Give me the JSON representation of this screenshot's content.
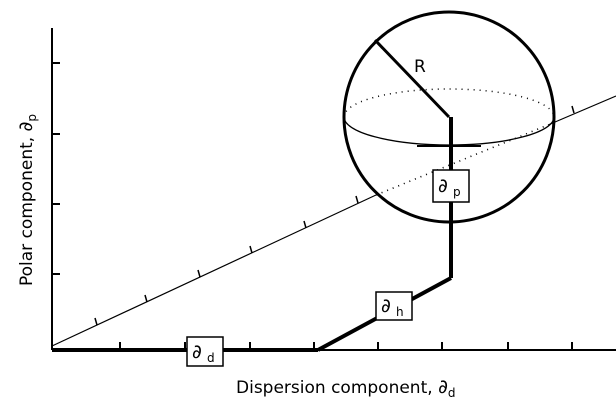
{
  "axes": {
    "x_label_text": "Dispersion component, ",
    "x_label_symbol": "∂",
    "x_label_subscript": "d",
    "y_label_text": "Polar component, ",
    "y_label_symbol": "∂",
    "y_label_subscript": "p"
  },
  "labels": {
    "radius": "R",
    "d_symbol": "∂",
    "d_subscript": "d",
    "h_symbol": "∂",
    "h_subscript": "h",
    "p_symbol": "∂",
    "p_subscript": "p"
  },
  "colors": {
    "line": "#000000",
    "background": "#ffffff"
  }
}
